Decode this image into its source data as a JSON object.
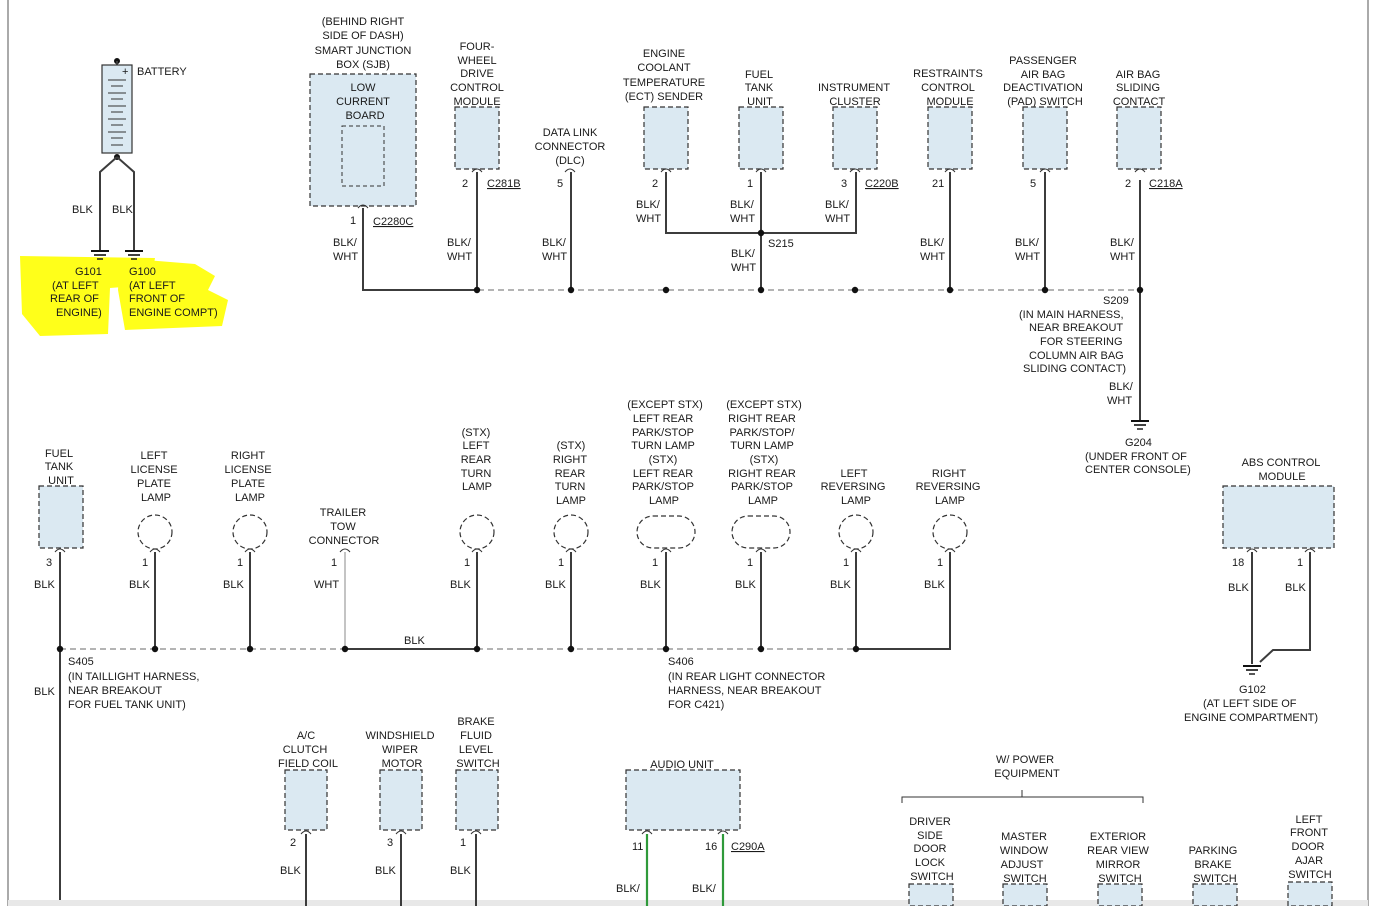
{
  "battery": {
    "label": "BATTERY",
    "plus": "+",
    "wire_left": "BLK",
    "wire_right": "BLK"
  },
  "grounds_top": [
    {
      "id": "G101",
      "lines": [
        "(AT LEFT",
        "REAR OF",
        "ENGINE)"
      ]
    },
    {
      "id": "G100",
      "lines": [
        "(AT LEFT",
        "FRONT OF",
        "ENGINE COMPT)"
      ]
    }
  ],
  "top_components": [
    {
      "key": "sjb",
      "lines": [
        "(BEHIND RIGHT",
        "SIDE OF DASH)",
        "SMART JUNCTION",
        "BOX (SJB)"
      ],
      "inner": [
        "LOW",
        "CURRENT",
        "BOARD"
      ],
      "pin": "1",
      "conn": "C2280C",
      "wire": [
        "BLK/",
        "WHT"
      ]
    },
    {
      "key": "4wd",
      "lines": [
        "FOUR-",
        "WHEEL",
        "DRIVE",
        "CONTROL",
        "MODULE"
      ],
      "pin": "2",
      "conn": "C281B",
      "wire": [
        "BLK/",
        "WHT"
      ]
    },
    {
      "key": "dlc",
      "lines": [
        "DATA LINK",
        "CONNECTOR",
        "(DLC)"
      ],
      "pin": "5",
      "conn": "",
      "wire": [
        "BLK/",
        "WHT"
      ]
    },
    {
      "key": "ect",
      "lines": [
        "ENGINE",
        "COOLANT",
        "TEMPERATURE",
        "(ECT) SENDER"
      ],
      "pin": "2",
      "conn": "",
      "wire": [
        "BLK/",
        "WHT"
      ]
    },
    {
      "key": "ftu",
      "lines": [
        "FUEL",
        "TANK",
        "UNIT"
      ],
      "pin": "1",
      "conn": "",
      "wire": [
        "BLK/",
        "WHT"
      ]
    },
    {
      "key": "ic",
      "lines": [
        "INSTRUMENT",
        "CLUSTER"
      ],
      "pin": "3",
      "conn": "C220B",
      "wire": [
        "BLK/",
        "WHT"
      ]
    },
    {
      "key": "rcm",
      "lines": [
        "RESTRAINTS",
        "CONTROL",
        "MODULE"
      ],
      "pin": "21",
      "conn": "",
      "wire": [
        "BLK/",
        "WHT"
      ]
    },
    {
      "key": "pad",
      "lines": [
        "PASSENGER",
        "AIR BAG",
        "DEACTIVATION",
        "(PAD) SWITCH"
      ],
      "pin": "5",
      "conn": "",
      "wire": [
        "BLK/",
        "WHT"
      ]
    },
    {
      "key": "abc",
      "lines": [
        "AIR BAG",
        "SLIDING",
        "CONTACT"
      ],
      "pin": "2",
      "conn": "C218A",
      "wire": [
        "BLK/",
        "WHT"
      ]
    }
  ],
  "s215": {
    "label": "S215",
    "wire": [
      "BLK/",
      "WHT"
    ]
  },
  "s209": {
    "lines": [
      "S209",
      "(IN MAIN HARNESS,",
      "NEAR BREAKOUT",
      "FOR STEERING",
      "COLUMN AIR BAG",
      "SLIDING CONTACT)"
    ],
    "wire": [
      "BLK/",
      "WHT"
    ]
  },
  "g204": {
    "id": "G204",
    "lines": [
      "(UNDER FRONT OF",
      "CENTER CONSOLE)"
    ]
  },
  "mid_components": [
    {
      "key": "ftu2",
      "lines": [
        "FUEL",
        "TANK",
        "UNIT"
      ],
      "pin": "3",
      "wire": "BLK",
      "shape": "box"
    },
    {
      "key": "llp",
      "lines": [
        "LEFT",
        "LICENSE",
        "PLATE",
        "LAMP"
      ],
      "pin": "1",
      "wire": "BLK",
      "shape": "lamp"
    },
    {
      "key": "rlp",
      "lines": [
        "RIGHT",
        "LICENSE",
        "PLATE",
        "LAMP"
      ],
      "pin": "1",
      "wire": "BLK",
      "shape": "lamp"
    },
    {
      "key": "ttc",
      "lines": [
        "TRAILER",
        "TOW",
        "CONNECTOR"
      ],
      "pin": "1",
      "wire": "WHT",
      "shape": "none"
    },
    {
      "key": "lrt",
      "lines": [
        "(STX)",
        "LEFT",
        "REAR",
        "TURN",
        "LAMP"
      ],
      "pin": "1",
      "wire": "BLK",
      "shape": "lamp"
    },
    {
      "key": "rrt",
      "lines": [
        "(STX)",
        "RIGHT",
        "REAR",
        "TURN",
        "LAMP"
      ],
      "pin": "1",
      "wire": "BLK",
      "shape": "lamp"
    },
    {
      "key": "lrp",
      "lines": [
        "(EXCEPT STX)",
        "LEFT REAR",
        "PARK/STOP",
        "TURN LAMP",
        "(STX)",
        "LEFT REAR",
        "PARK/STOP",
        "LAMP"
      ],
      "pin": "1",
      "wire": "BLK",
      "shape": "wide"
    },
    {
      "key": "rrp",
      "lines": [
        "(EXCEPT STX)",
        "RIGHT REAR",
        "PARK/STOP/",
        "TURN LAMP",
        "(STX)",
        "RIGHT REAR",
        "PARK/STOP",
        "LAMP"
      ],
      "pin": "1",
      "wire": "BLK",
      "shape": "wide"
    },
    {
      "key": "lrv",
      "lines": [
        "LEFT",
        "REVERSING",
        "LAMP"
      ],
      "pin": "1",
      "wire": "BLK",
      "shape": "lamp"
    },
    {
      "key": "rrv",
      "lines": [
        "RIGHT",
        "REVERSING",
        "LAMP"
      ],
      "pin": "1",
      "wire": "BLK",
      "shape": "lamp"
    }
  ],
  "mid_bus_label": "BLK",
  "s405": {
    "lines": [
      "S405",
      "(IN TAILLIGHT HARNESS,",
      "NEAR BREAKOUT",
      "FOR FUEL TANK UNIT)"
    ],
    "wire": "BLK"
  },
  "s406": {
    "lines": [
      "S406",
      "(IN REAR LIGHT CONNECTOR",
      "HARNESS, NEAR BREAKOUT",
      "FOR C421)"
    ]
  },
  "abs": {
    "lines": [
      "ABS CONTROL",
      "MODULE"
    ],
    "pin_left": "18",
    "pin_right": "1",
    "wire_left": "BLK",
    "wire_right": "BLK"
  },
  "g102": {
    "id": "G102",
    "lines": [
      "(AT LEFT SIDE OF",
      "ENGINE COMPARTMENT)"
    ]
  },
  "bottom_components": [
    {
      "key": "acc",
      "lines": [
        "A/C",
        "CLUTCH",
        "FIELD COIL"
      ],
      "pin": "2",
      "wire": "BLK"
    },
    {
      "key": "wwm",
      "lines": [
        "WINDSHIELD",
        "WIPER",
        "MOTOR"
      ],
      "pin": "3",
      "wire": "BLK"
    },
    {
      "key": "bfl",
      "lines": [
        "BRAKE",
        "FLUID",
        "LEVEL",
        "SWITCH"
      ],
      "pin": "1",
      "wire": "BLK"
    }
  ],
  "audio": {
    "label": "AUDIO UNIT",
    "pin_left": "11",
    "pin_right": "16",
    "conn": "C290A",
    "wire_left": "BLK/",
    "wire_right": "BLK/"
  },
  "power_equipment": {
    "lines": [
      "W/ POWER",
      "EQUIPMENT"
    ]
  },
  "power_components": [
    {
      "key": "ddl",
      "lines": [
        "DRIVER",
        "SIDE",
        "DOOR",
        "LOCK",
        "SWITCH"
      ]
    },
    {
      "key": "mwa",
      "lines": [
        "MASTER",
        "WINDOW",
        "ADJUST",
        "SWITCH"
      ]
    },
    {
      "key": "erv",
      "lines": [
        "EXTERIOR",
        "REAR VIEW",
        "MIRROR",
        "SWITCH"
      ]
    },
    {
      "key": "pbs",
      "lines": [
        "PARKING",
        "BRAKE",
        "SWITCH"
      ]
    },
    {
      "key": "lfd",
      "lines": [
        "LEFT",
        "FRONT",
        "DOOR",
        "AJAR",
        "SWITCH"
      ]
    }
  ],
  "colors": {
    "wire": "#3c3c3c",
    "box_fill": "#dbe9f2",
    "highlight": "#ffff1a",
    "green_wire": "#2f9a3a"
  }
}
